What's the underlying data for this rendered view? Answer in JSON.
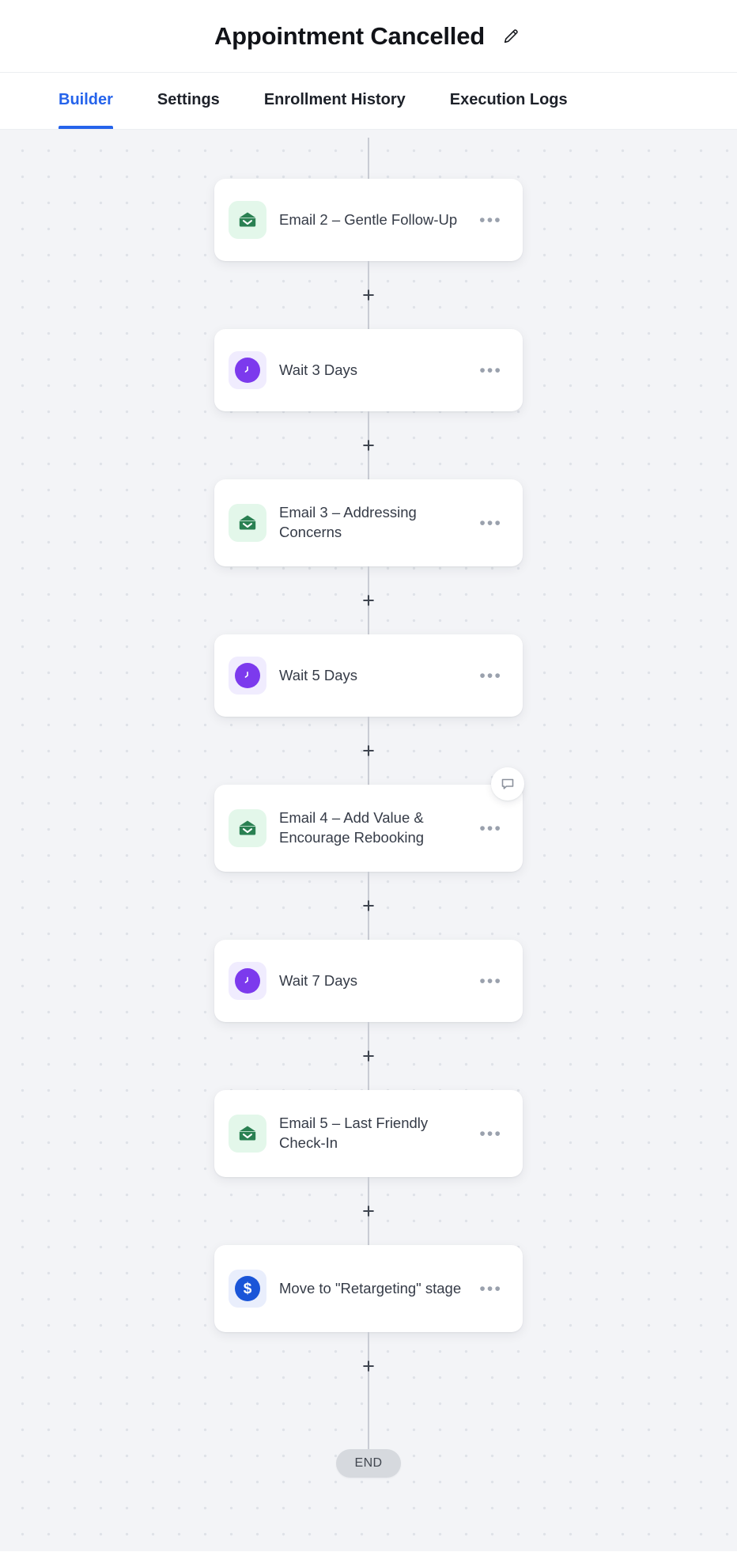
{
  "header": {
    "title": "Appointment Cancelled",
    "edit_icon": "pencil-icon"
  },
  "tabs": [
    {
      "label": "Builder",
      "active": true
    },
    {
      "label": "Settings",
      "active": false
    },
    {
      "label": "Enrollment History",
      "active": false
    },
    {
      "label": "Execution Logs",
      "active": false
    }
  ],
  "colors": {
    "accent": "#2563eb",
    "email_icon_bg": "#e3f7ea",
    "email_icon_fg": "#2a8052",
    "wait_icon_bg": "#f0ecfe",
    "wait_icon_fg": "#7c3aed",
    "deal_icon_bg": "#e9eefc",
    "deal_icon_fg": "#1a55d8",
    "canvas_bg": "#f3f4f7",
    "connector": "#c9ccd4",
    "end_pill_bg": "#d6d9de"
  },
  "canvas": {
    "menu_glyph": "•••",
    "add_step_label": "+",
    "end_label": "END",
    "nodes": [
      {
        "id": "email-2",
        "type": "email",
        "icon": "envelope-icon",
        "label": "Email 2 – Gentle Follow-Up",
        "menu_position": "inline",
        "has_comment": false
      },
      {
        "id": "wait-3-days",
        "type": "wait",
        "icon": "clock-icon",
        "label": "Wait 3 Days",
        "menu_position": "right",
        "has_comment": false
      },
      {
        "id": "email-3",
        "type": "email",
        "icon": "envelope-icon",
        "label": "Email 3 – Addressing Concerns",
        "menu_position": "right",
        "has_comment": false
      },
      {
        "id": "wait-5-days",
        "type": "wait",
        "icon": "clock-icon",
        "label": "Wait 5 Days",
        "menu_position": "right",
        "has_comment": false
      },
      {
        "id": "email-4",
        "type": "email",
        "icon": "envelope-icon",
        "label": "Email 4 – Add Value & Encourage Rebooking",
        "menu_position": "right",
        "has_comment": true,
        "comment_icon": "comment-bubble-icon"
      },
      {
        "id": "wait-7-days",
        "type": "wait",
        "icon": "clock-icon",
        "label": "Wait 7 Days",
        "menu_position": "right",
        "has_comment": false
      },
      {
        "id": "email-5",
        "type": "email",
        "icon": "envelope-icon",
        "label": "Email 5 – Last Friendly Check-In",
        "menu_position": "right",
        "has_comment": false
      },
      {
        "id": "move-stage",
        "type": "deal",
        "icon": "dollar-icon",
        "label": "Move to \"Retargeting\" stage",
        "menu_position": "right",
        "has_comment": false
      }
    ]
  }
}
